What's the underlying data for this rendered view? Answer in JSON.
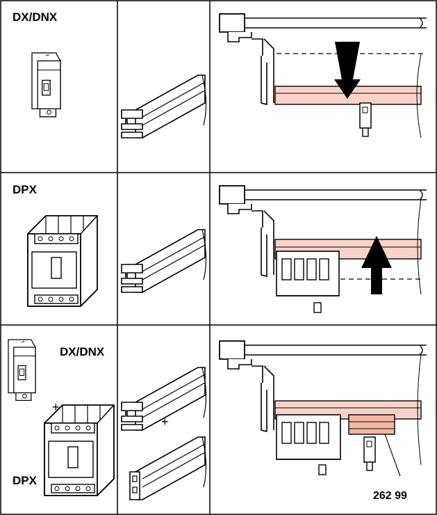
{
  "rows": [
    {
      "label": "DX/DNX"
    },
    {
      "label": "DPX"
    },
    {
      "labels": [
        "DX/DNX",
        "DPX"
      ],
      "plus_symbol": "+",
      "part_number": "262 99"
    }
  ],
  "colors": {
    "rail_highlight": "#f9d3c9",
    "accessory": "#f4b8a5",
    "arrow": "#000000",
    "line": "#000000"
  }
}
